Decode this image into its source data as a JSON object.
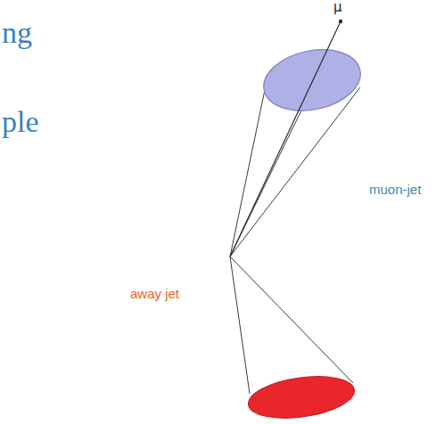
{
  "diagram": {
    "labels": [
      "ng",
      "ple",
      "μ",
      "muon-jet",
      "away jet"
    ]
  }
}
